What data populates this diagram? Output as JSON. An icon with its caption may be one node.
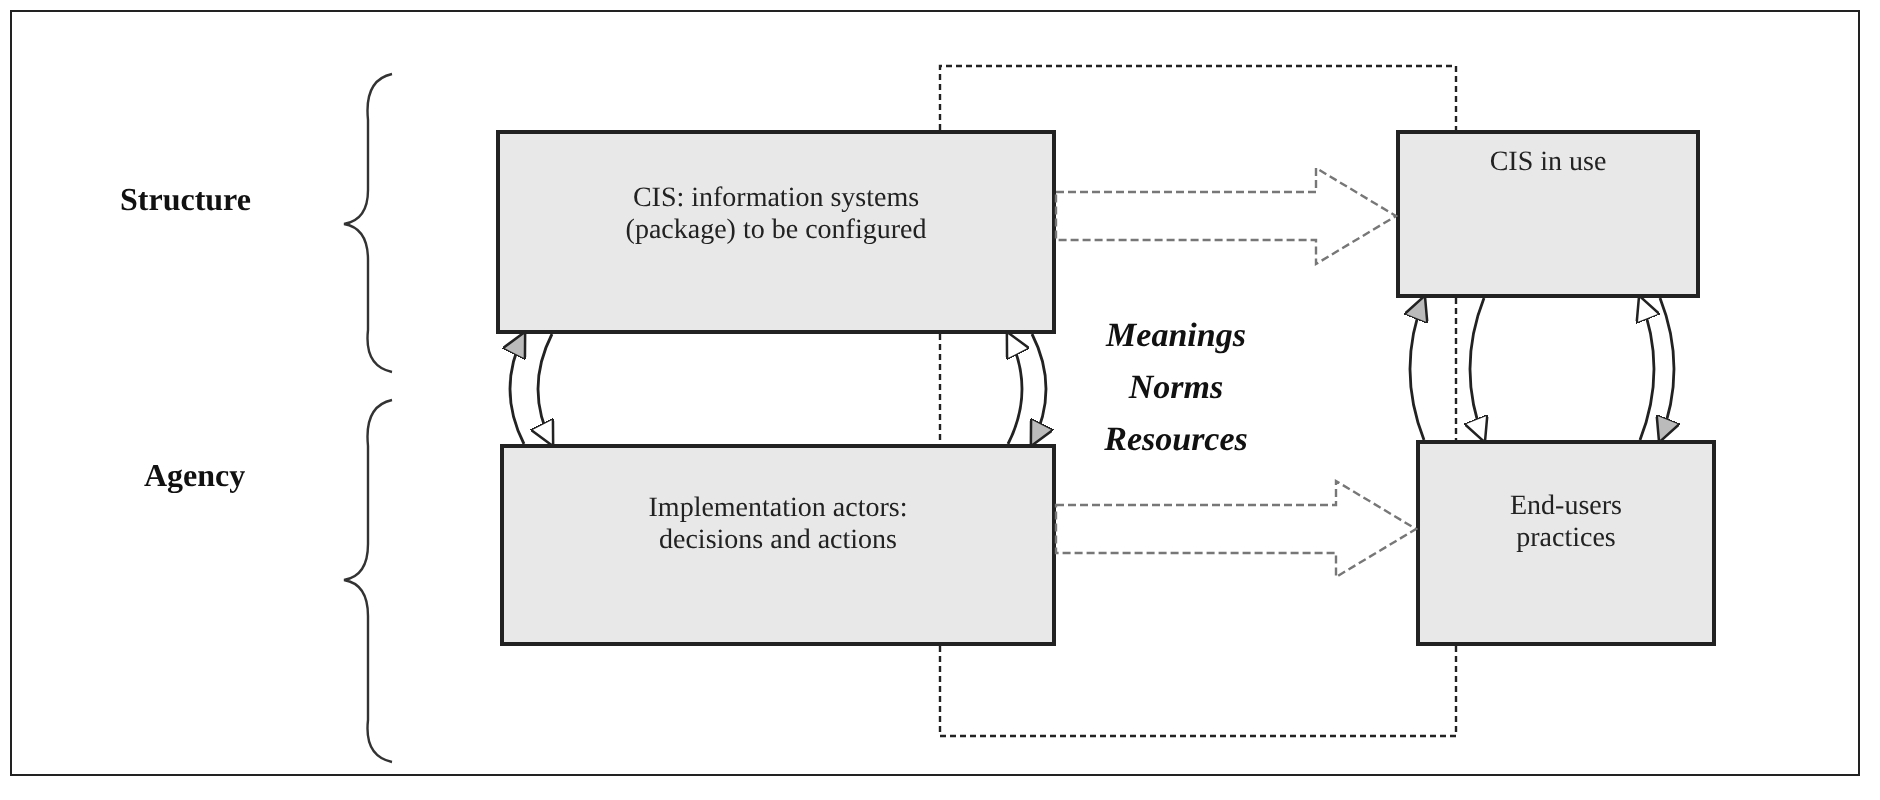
{
  "diagram": {
    "nodes": [
      {
        "text": [
          "CIS: information systems (package) to be configured"
        ]
      },
      {
        "text": [
          "Implementation actors: decisions and actions"
        ]
      },
      {
        "text": [
          "CIS in use"
        ]
      },
      {
        "text": [
          "End-users practices"
        ]
      }
    ],
    "edges": [
      {
        "from": 1,
        "to": 0,
        "arrow": "to"
      },
      {
        "from": 0,
        "to": 1,
        "arrow": "to"
      },
      {
        "from": 1,
        "to": 0,
        "arrow": "to"
      },
      {
        "from": 0,
        "to": 1,
        "arrow": "to"
      },
      {
        "from": 3,
        "to": 2,
        "arrow": "to"
      },
      {
        "from": 2,
        "to": 3,
        "arrow": "to"
      },
      {
        "from": 3,
        "to": 2,
        "arrow": "to"
      },
      {
        "from": 2,
        "to": 3,
        "arrow": "to"
      },
      {
        "from": 0,
        "to": 2,
        "arrow": "to",
        "style": "dashed"
      },
      {
        "from": 1,
        "to": 3,
        "arrow": "to",
        "style": "dashed"
      }
    ],
    "labels": [
      "Structure",
      "Meanings Norms Resources",
      "Agency"
    ]
  }
}
